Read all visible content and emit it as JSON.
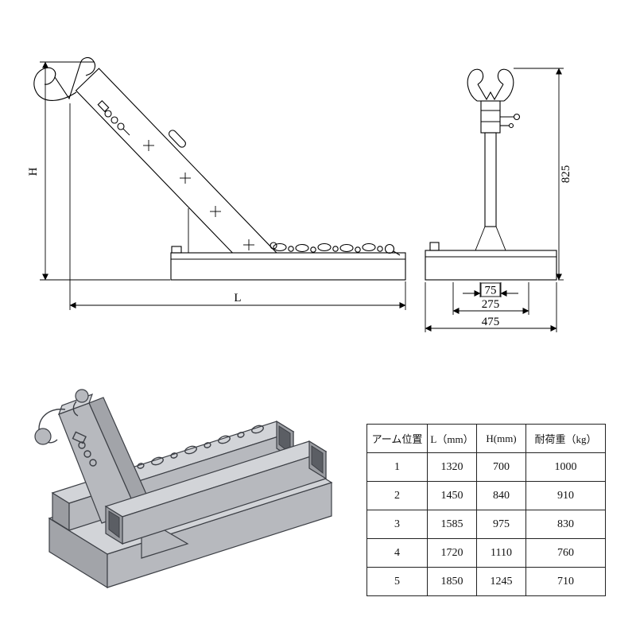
{
  "dimensions": {
    "side_view": {
      "height_label": "H",
      "length_label": "L"
    },
    "front_view": {
      "overall_height": "825",
      "mast_base_width": "75",
      "support_width": "275",
      "base_width": "475"
    }
  },
  "table": {
    "headers": [
      "アーム位置",
      "L（mm）",
      "H(mm)",
      "耐荷重（kg）"
    ],
    "rows": [
      [
        "1",
        "1320",
        "700",
        "1000"
      ],
      [
        "2",
        "1450",
        "840",
        "910"
      ],
      [
        "3",
        "1585",
        "975",
        "830"
      ],
      [
        "4",
        "1720",
        "1110",
        "760"
      ],
      [
        "5",
        "1850",
        "1245",
        "710"
      ]
    ]
  },
  "colors": {
    "line": "#000000",
    "iso_top": "#d2d4d8",
    "iso_front": "#b7b9be",
    "iso_side": "#a2a4a9",
    "opening": "#5b5e64",
    "background": "#ffffff"
  }
}
